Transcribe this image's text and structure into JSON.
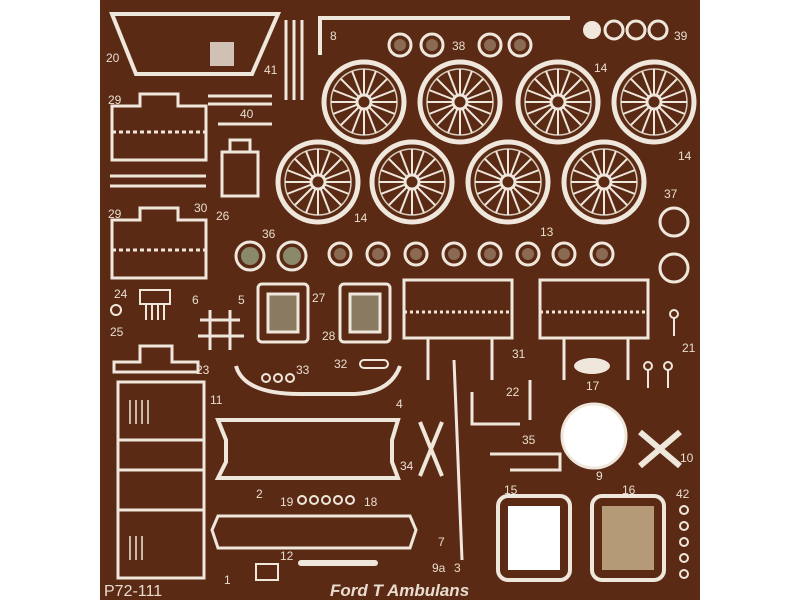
{
  "image": {
    "subject": "photo-etched brass fret with model kit parts",
    "colors": {
      "background": "#ffffff",
      "sheet": "#5b2a14",
      "etch": "#efe7dc",
      "line": "#d9ccbc"
    }
  },
  "title_text": "Ford T Ambulans",
  "product_code": "P72-111",
  "part_labels": {
    "p20": "20",
    "p41": "41",
    "p8": "8",
    "p38": "38",
    "p39": "39",
    "p29a": "29",
    "p40": "40",
    "p14a": "14",
    "p14b": "14",
    "p14c": "14",
    "p30": "30",
    "p29b": "29",
    "p26": "26",
    "p37": "37",
    "p36": "36",
    "p13": "13",
    "p24": "24",
    "p6": "6",
    "p5": "5",
    "p27": "27",
    "p28": "28",
    "p25": "25",
    "p23": "23",
    "p33": "33",
    "p32": "32",
    "p31": "31",
    "p21": "21",
    "p22": "22",
    "p17": "17",
    "p11": "11",
    "p4": "4",
    "p35": "35",
    "p34": "34",
    "p10": "10",
    "p9": "9",
    "p2": "2",
    "p19": "19",
    "p18": "18",
    "p15": "15",
    "p16": "16",
    "p42": "42",
    "p7": "7",
    "p12": "12",
    "p1": "1",
    "p9a": "9a",
    "p3": "3"
  }
}
